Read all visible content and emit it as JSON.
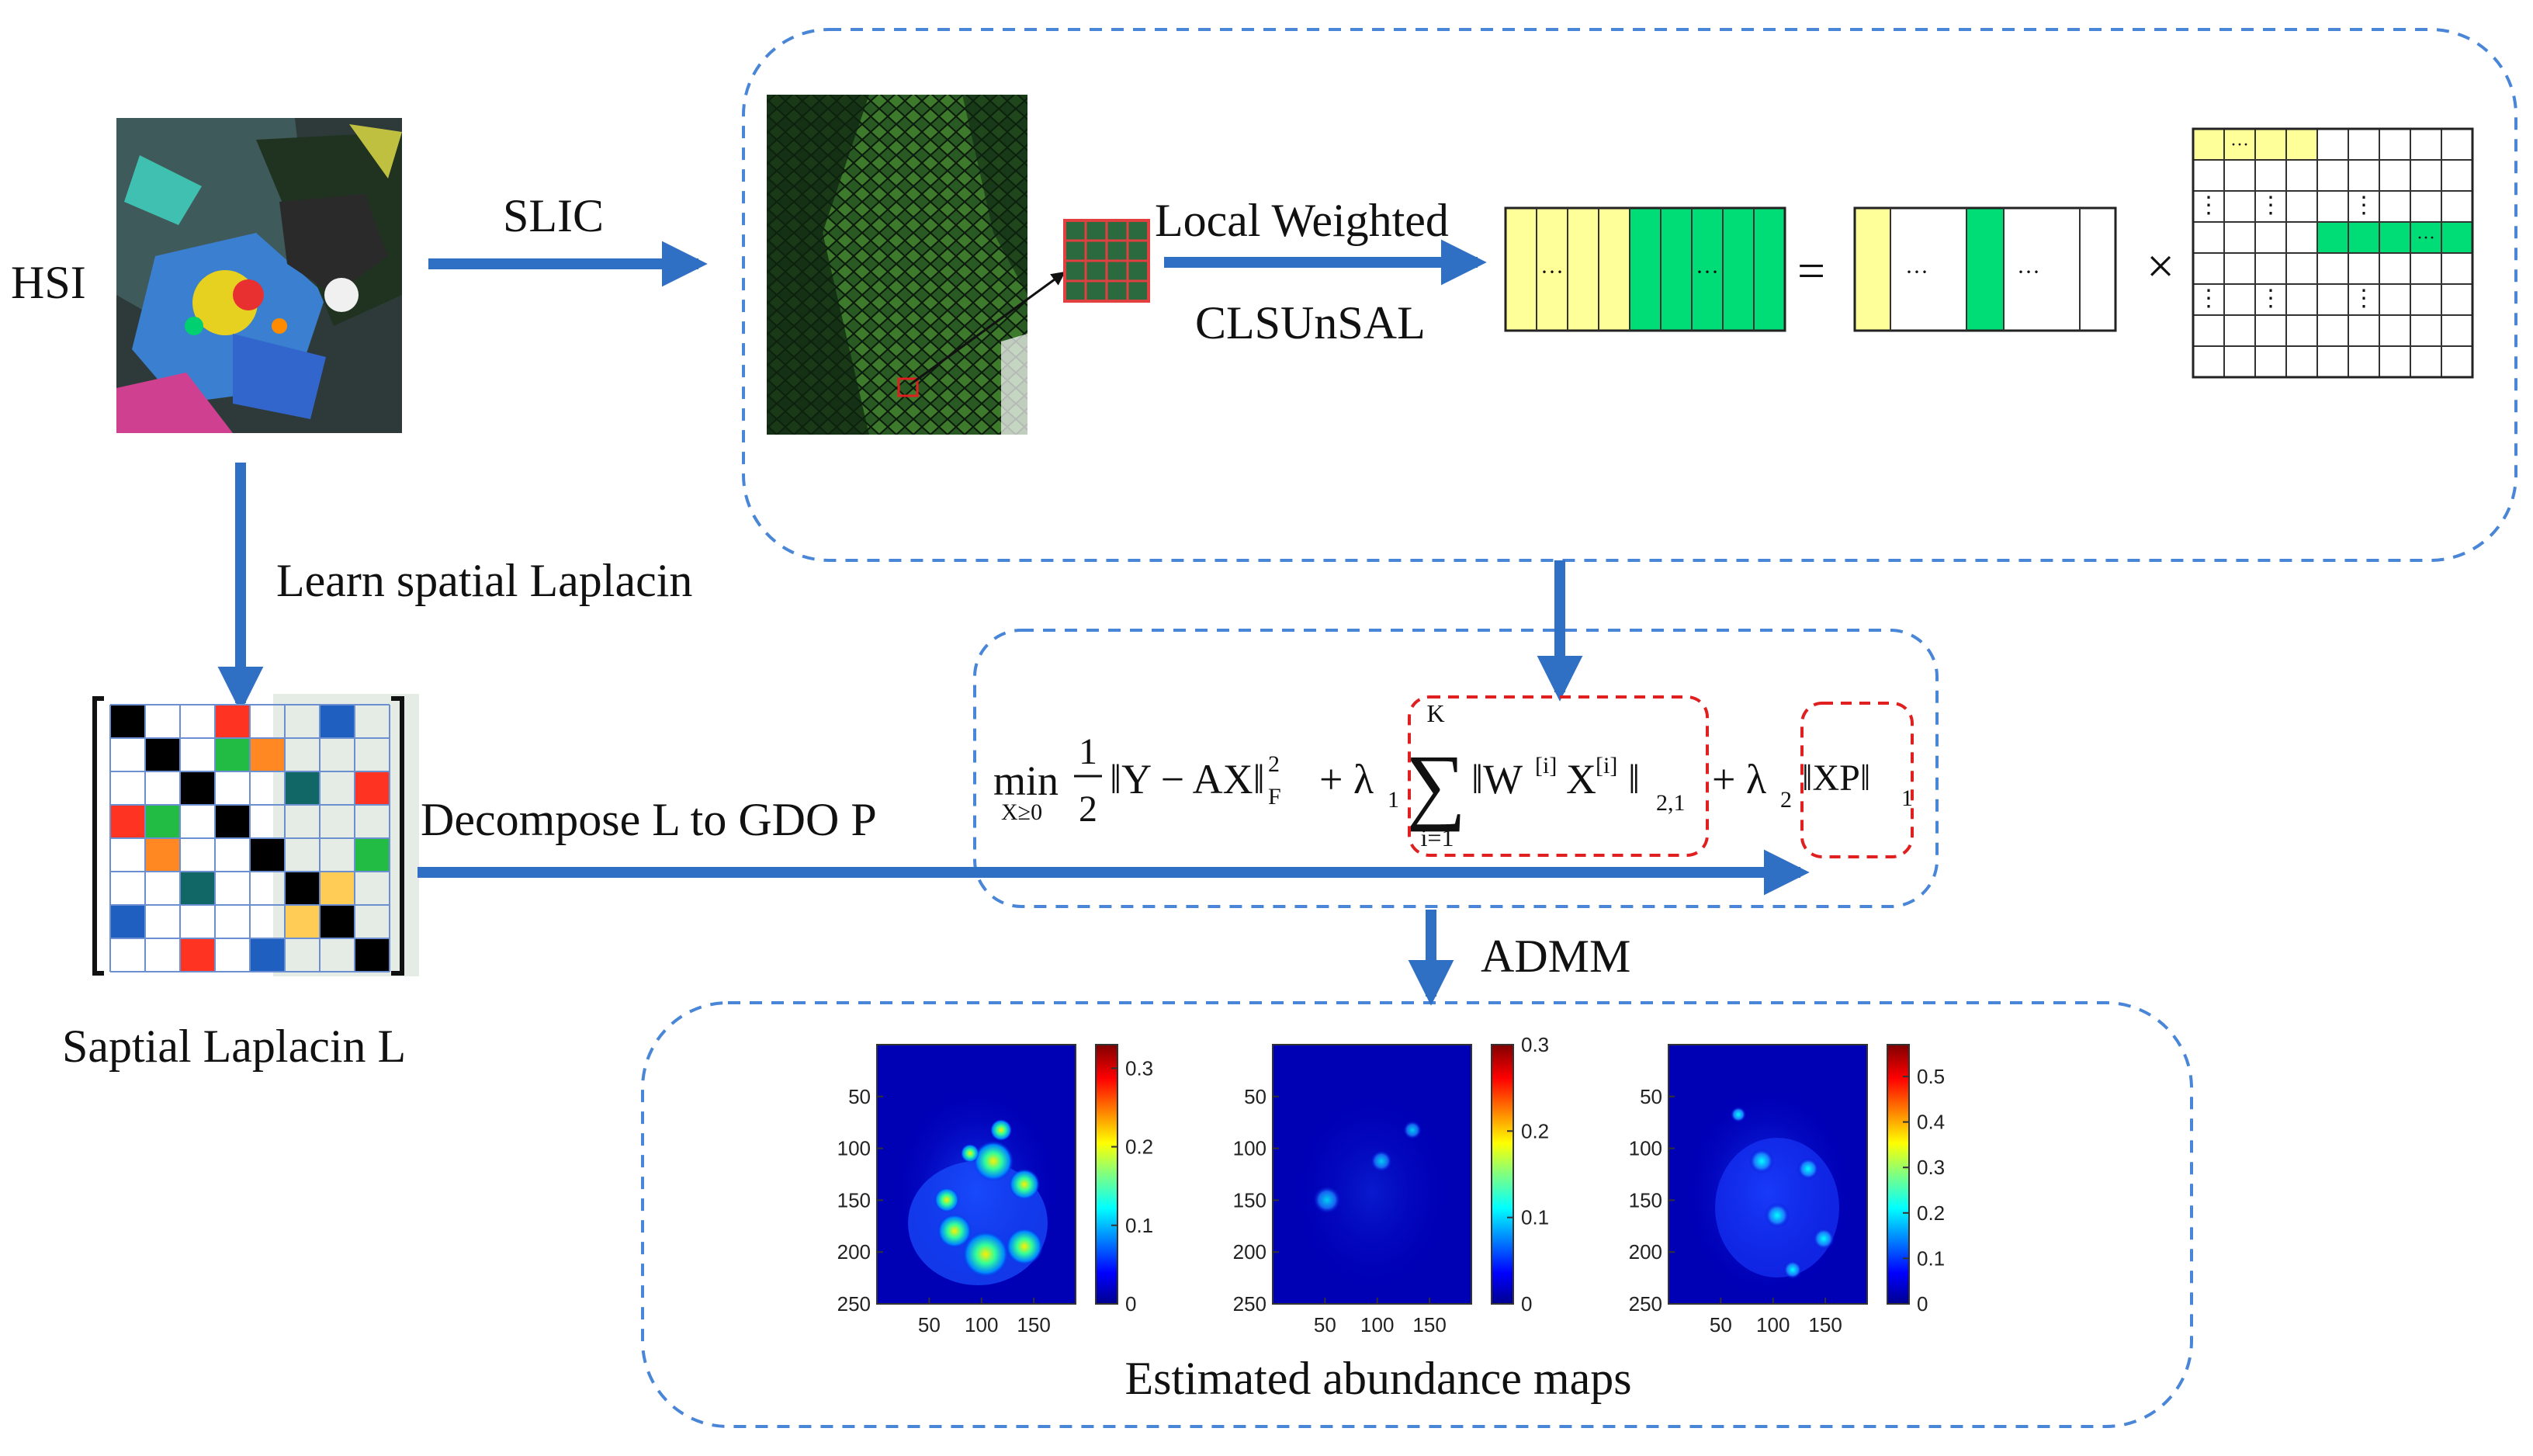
{
  "labels": {
    "hsi": "HSI",
    "slic": "SLIC",
    "learn_laplacian": "Learn spatial Laplacin",
    "local_weighted": "Local Weighted",
    "clsunsal": "CLSUnSAL",
    "decompose": "Decompose L to GDO P",
    "spatial_laplacian": "Saptial Laplacin L",
    "admm": "ADMM",
    "estimated_maps": "Estimated abundance maps",
    "equals": "=",
    "times": "×",
    "ellipsis": "···",
    "vdots": "⋮"
  },
  "formula": {
    "min": "min",
    "constraint": "X≥0",
    "half_num": "1",
    "half_den": "2",
    "fidelity": "‖Y − AX‖",
    "fro_sup": "2",
    "fro_sub": "F",
    "plus1": "+ λ",
    "lambda1_sub": "1",
    "sum_top": "K",
    "sum_bottom": "i=1",
    "sum_symbol": "∑",
    "group_term": "‖W",
    "w_sup": "[i]",
    "x_term": "X",
    "x_sup": "[i]",
    "group_close": "‖",
    "group_sub": "2,1",
    "plus2": "+ λ",
    "lambda2_sub": "2",
    "tv_term": "‖XP‖",
    "tv_sub": "1"
  },
  "abundance_maps": [
    {
      "y_ticks": [
        "50",
        "100",
        "150",
        "200",
        "250"
      ],
      "x_ticks": [
        "50",
        "100",
        "150"
      ],
      "colorbar_ticks": [
        "0.3",
        "0.2",
        "0.1",
        "0"
      ],
      "colorbar_values": [
        0.3,
        0.2,
        0.1,
        0
      ],
      "colorbar_max": 0.33
    },
    {
      "y_ticks": [
        "50",
        "100",
        "150",
        "200",
        "250"
      ],
      "x_ticks": [
        "50",
        "100",
        "150"
      ],
      "colorbar_ticks": [
        "0.3",
        "0.2",
        "0.1",
        "0"
      ],
      "colorbar_values": [
        0.3,
        0.2,
        0.1,
        0
      ],
      "colorbar_max": 0.3
    },
    {
      "y_ticks": [
        "50",
        "100",
        "150",
        "200",
        "250"
      ],
      "x_ticks": [
        "50",
        "100",
        "150"
      ],
      "colorbar_ticks": [
        "0.5",
        "0.4",
        "0.3",
        "0.2",
        "0.1",
        "0"
      ],
      "colorbar_values": [
        0.5,
        0.4,
        0.3,
        0.2,
        0.1,
        0
      ],
      "colorbar_max": 0.57
    }
  ],
  "colors": {
    "arrow": "#2f6fc4",
    "dashed_box": "#4a86d8",
    "red_dashed": "#e02020",
    "yellow_cell": "#ffff99",
    "green_cell": "#00dd77"
  }
}
